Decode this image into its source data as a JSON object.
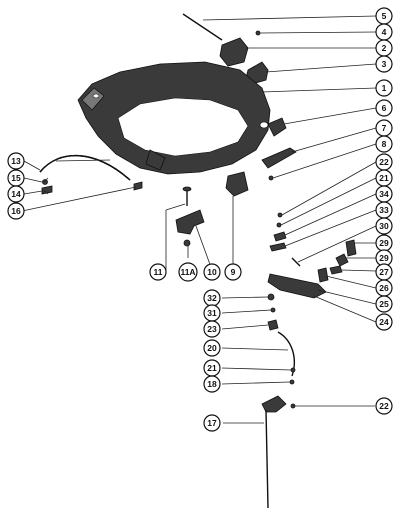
{
  "diagram": {
    "callouts": [
      "1",
      "2",
      "3",
      "4",
      "5",
      "6",
      "7",
      "8",
      "9",
      "10",
      "11",
      "11A",
      "13",
      "14",
      "15",
      "16",
      "17",
      "18",
      "20",
      "21",
      "21",
      "22",
      "22",
      "23",
      "24",
      "25",
      "26",
      "27",
      "29",
      "29",
      "30",
      "31",
      "32",
      "33",
      "34"
    ]
  }
}
